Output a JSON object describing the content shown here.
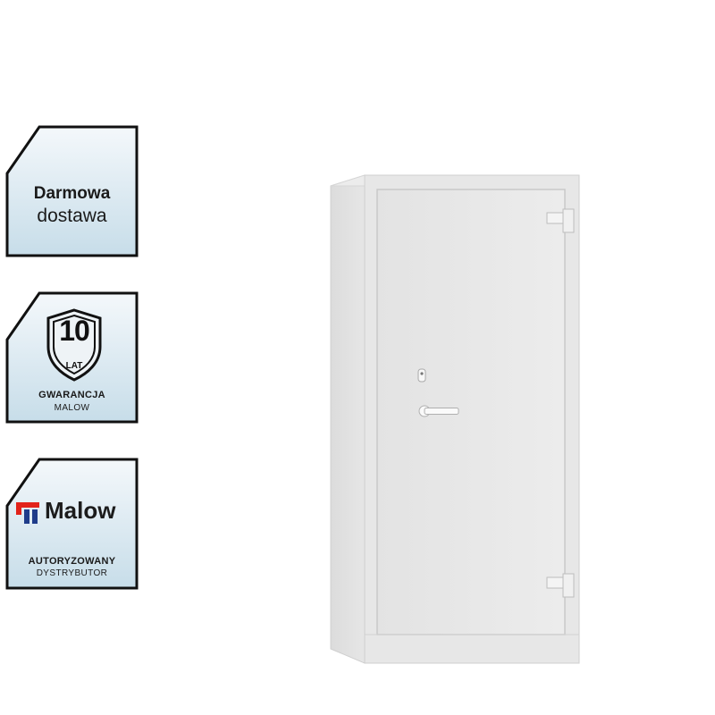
{
  "badges": {
    "delivery": {
      "line1": "Darmowa",
      "line2": "dostawa"
    },
    "warranty": {
      "number": "10",
      "unit": "LAT",
      "line1": "GWARANCJA",
      "line2": "MALOW"
    },
    "distributor": {
      "brand": "Malow",
      "line1": "AUTORYZOWANY",
      "line2": "DYSTRYBUTOR"
    }
  },
  "colors": {
    "frame": "#111111",
    "badge_fill_top": "#f2f7fa",
    "badge_fill_bottom": "#c9dee9",
    "logo_red": "#e2231a",
    "logo_blue": "#1f3c8a",
    "safe_body": "#e4e4e4",
    "safe_door": "#e9e9e9"
  }
}
